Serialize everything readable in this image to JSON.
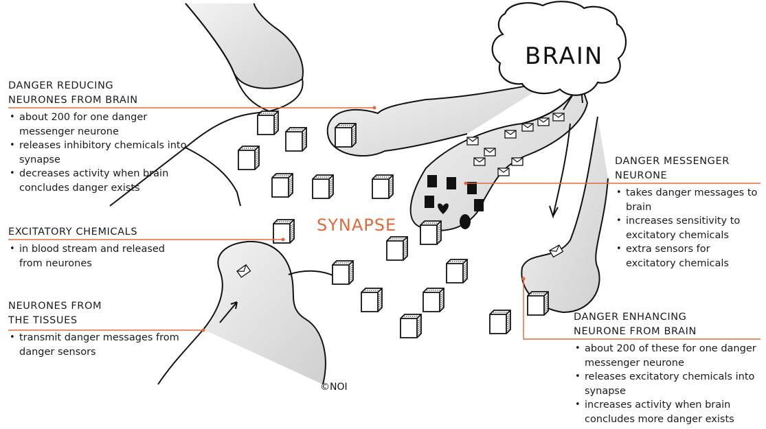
{
  "brain_label": "BRAIN",
  "synapse_label": "SYNAPSE",
  "copyright": "©NOI",
  "accent_color": "#e2683a",
  "annotations": {
    "reducing": {
      "heading": [
        "DANGER REDUCING",
        "NEURONES FROM BRAIN"
      ],
      "bullets": [
        "about 200 for one danger messenger neurone",
        "releases inhibitory chemicals into synapse",
        "decreases activity when brain concludes danger exists"
      ]
    },
    "excitatory": {
      "heading": [
        "EXCITATORY CHEMICALS"
      ],
      "bullets": [
        "in blood stream and released from neurones"
      ]
    },
    "tissues": {
      "heading": [
        "NEURONES FROM",
        "THE TISSUES"
      ],
      "bullets": [
        "transmit danger messages from danger sensors"
      ]
    },
    "messenger": {
      "heading": [
        "DANGER MESSENGER",
        "NEURONE"
      ],
      "bullets": [
        "takes danger messages to brain",
        "increases sensitivity to excitatory chemicals",
        "extra sensors for excitatory chemicals"
      ]
    },
    "enhancing": {
      "heading": [
        "DANGER ENHANCING",
        "NEURONE FROM BRAIN"
      ],
      "bullets": [
        "about 200 of these for one danger messenger neurone",
        "releases excitatory chemicals into synapse",
        "increases activity when brain concludes more danger exists"
      ]
    }
  }
}
